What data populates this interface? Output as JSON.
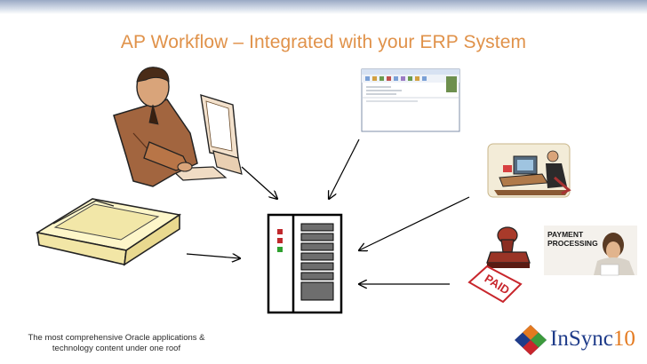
{
  "title": "AP Workflow – Integrated with your ERP System",
  "payment_label": {
    "line1": "PAYMENT",
    "line2": "PROCESSING"
  },
  "stamp_text": "PAID",
  "tagline": {
    "line1": "The most comprehensive Oracle applications &",
    "line2": "technology content under one roof"
  },
  "logo": {
    "name": "InSync",
    "number": "10"
  },
  "colors": {
    "title": "#e0924a",
    "header_band": "#9aa9c4",
    "logo_blue": "#1f3c8a",
    "logo_orange": "#e47a20",
    "logo_green": "#3c9a3c",
    "logo_red": "#c8262c"
  },
  "icons": [
    "worker-at-computer-icon",
    "email-window-icon",
    "scanner-icon",
    "server-icon",
    "office-worker-icon",
    "paid-stamp-icon",
    "payment-processing-icon"
  ]
}
